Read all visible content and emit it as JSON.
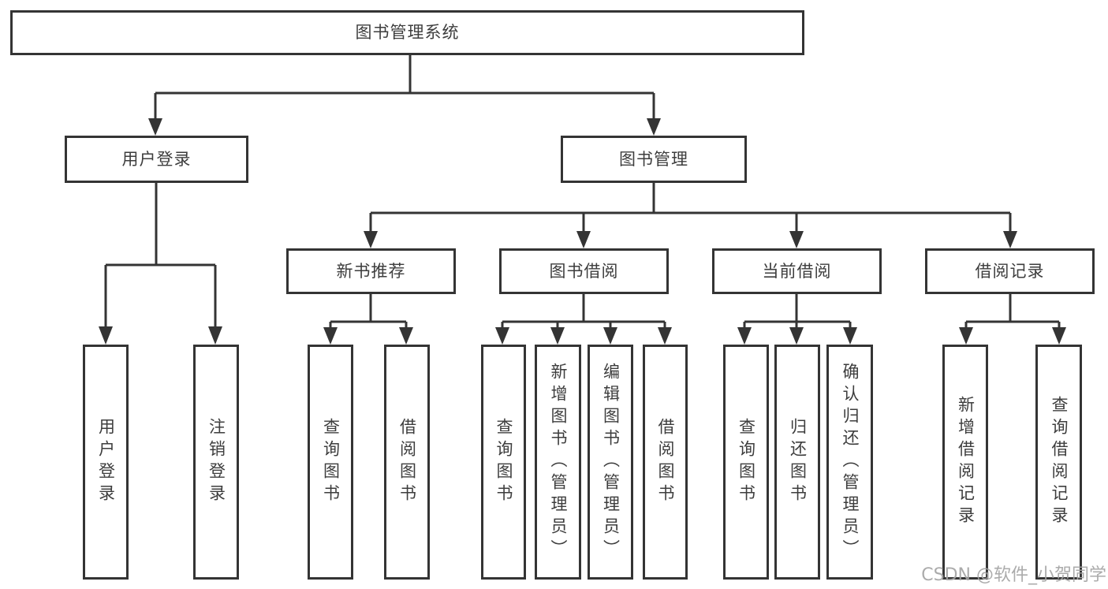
{
  "root": {
    "label": "图书管理系统"
  },
  "branches": [
    {
      "label": "用户登录",
      "children": [
        "用户登录",
        "注销登录"
      ]
    },
    {
      "label": "图书管理",
      "groups": [
        {
          "label": "新书推荐",
          "children": [
            "查询图书",
            "借阅图书"
          ]
        },
        {
          "label": "图书借阅",
          "children": [
            "查询图书",
            "新增图书（管理员）",
            "编辑图书（管理员）",
            "借阅图书"
          ]
        },
        {
          "label": "当前借阅",
          "children": [
            "查询图书",
            "归还图书",
            "确认归还（管理员）"
          ]
        },
        {
          "label": "借阅记录",
          "children": [
            "新增借阅记录",
            "查询借阅记录"
          ]
        }
      ]
    }
  ],
  "watermark": "CSDN @软件_小贺同学",
  "colors": {
    "line": "#343434",
    "box_border": "#343434",
    "text": "#3d3d3d",
    "watermark": "#a4a4a4",
    "background": "#ffffff"
  }
}
